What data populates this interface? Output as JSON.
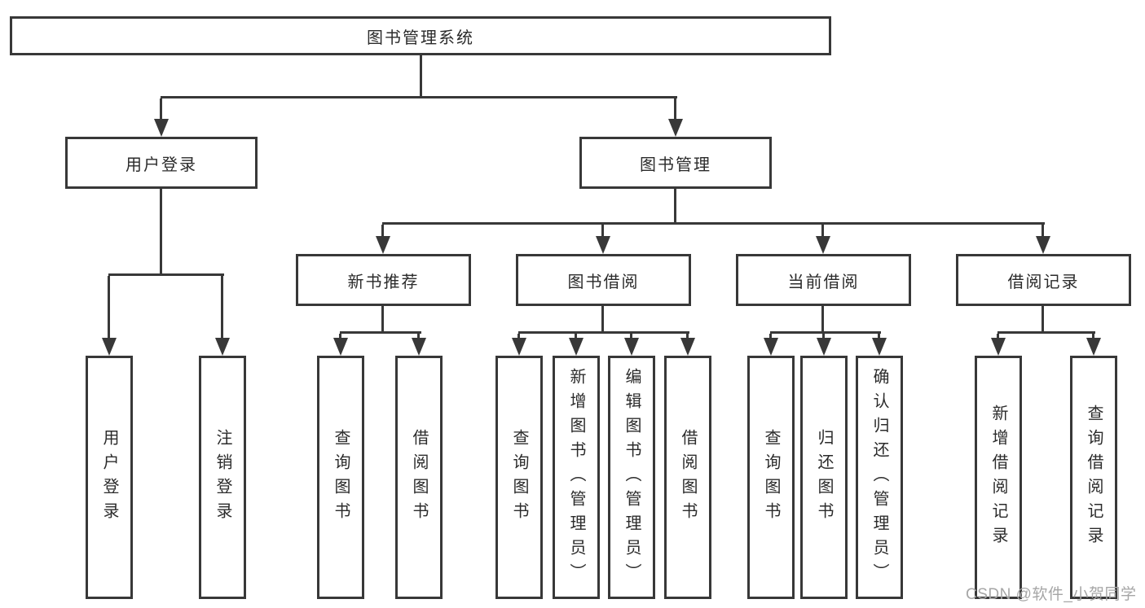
{
  "nodes": {
    "root": "图书管理系统",
    "userLogin": "用户登录",
    "bookMgmt": "图书管理",
    "newBookRec": "新书推荐",
    "bookBorrow": "图书借阅",
    "currentBorrow": "当前借阅",
    "borrowRecords": "借阅记录",
    "leafUserLogin": "用户登录",
    "leafLogout": "注销登录",
    "leafQueryBooks1": "查询图书",
    "leafBorrowBooks1": "借阅图书",
    "leafQueryBooks2": "查询图书",
    "leafAddBookAdmin": "新增图书（管理员）",
    "leafEditBookAdmin": "编辑图书（管理员）",
    "leafBorrowBooks2": "借阅图书",
    "leafQueryBooks3": "查询图书",
    "leafReturnBooks": "归还图书",
    "leafConfirmReturnAdmin": "确认归还（管理员）",
    "leafAddBorrowRecord": "新增借阅记录",
    "leafQueryBorrowRecord": "查询借阅记录"
  },
  "hierarchy": {
    "root": [
      "userLogin",
      "bookMgmt"
    ],
    "userLogin": [
      "leafUserLogin",
      "leafLogout"
    ],
    "bookMgmt": [
      "newBookRec",
      "bookBorrow",
      "currentBorrow",
      "borrowRecords"
    ],
    "newBookRec": [
      "leafQueryBooks1",
      "leafBorrowBooks1"
    ],
    "bookBorrow": [
      "leafQueryBooks2",
      "leafAddBookAdmin",
      "leafEditBookAdmin",
      "leafBorrowBooks2"
    ],
    "currentBorrow": [
      "leafQueryBooks3",
      "leafReturnBooks",
      "leafConfirmReturnAdmin"
    ],
    "borrowRecords": [
      "leafAddBorrowRecord",
      "leafQueryBorrowRecord"
    ]
  },
  "watermark": {
    "text": "CSDN @软件_小贺同学"
  },
  "colors": {
    "line": "#383838",
    "text": "#2b2b2b",
    "watermark": "#a6a6a6",
    "background": "#ffffff"
  }
}
